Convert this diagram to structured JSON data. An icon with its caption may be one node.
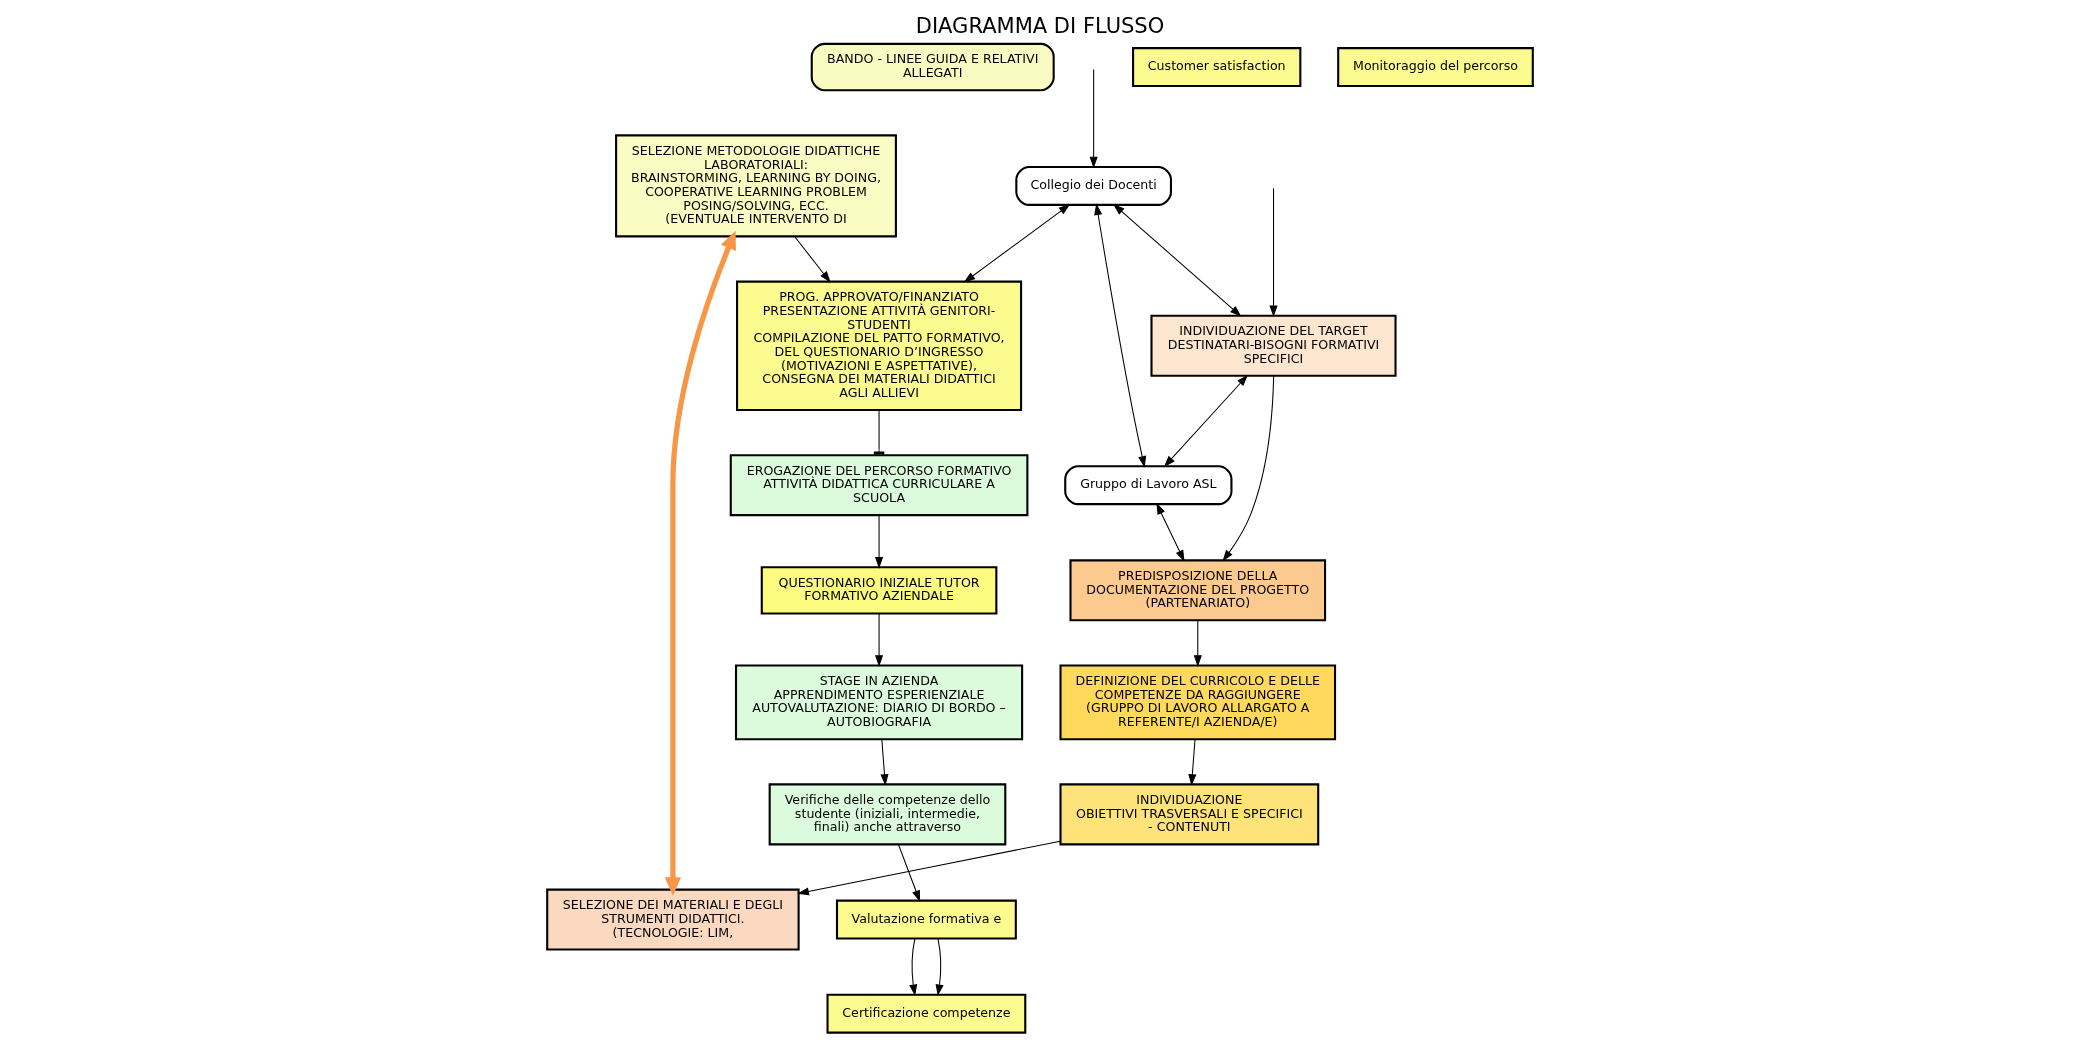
{
  "diagram": {
    "title": "DIAGRAMMA DI FLUSSO",
    "nodes": [
      {
        "text": [
          "BANDO - LINEE GUIDA E RELATIVI ALLEGATI"
        ]
      },
      {
        "text": [
          "Collegio dei Docenti"
        ]
      },
      {
        "text": [
          "INDIVIDUAZIONE DEL TARGET",
          "DESTINATARI-BISOGNI FORMATIVI SPECIFICI"
        ]
      },
      {
        "text": [
          "Gruppo di Lavoro ASL"
        ]
      },
      {
        "text": [
          "PREDISPOSIZIONE DELLA DOCUMENTAZIONE DEL PROGETTO (PARTENARIATO)"
        ]
      },
      {
        "text": [
          "DEFINIZIONE DEL CURRICOLO E DELLE COMPETENZE DA RAGGIUNGERE",
          "(GRUPPO DI LAVORO ALLARGATO A REFERENTE/I AZIENDA/E)"
        ]
      },
      {
        "text": [
          "INDIVIDUAZIONE",
          "OBIETTIVI TRASVERSALI E SPECIFICI",
          "- CONTENUTI"
        ]
      },
      {
        "text": [
          "SELEZIONE DEI MATERIALI E DEGLI STRUMENTI DIDATTICI.",
          "(TECNOLOGIE: LIM,"
        ]
      },
      {
        "text": [
          "SELEZIONE METODOLOGIE DIDATTICHE LABORATORIALI:",
          "BRAINSTORMING, LEARNING BY DOING, COOPERATIVE LEARNING PROBLEM POSING/SOLVING, ECC.",
          "(EVENTUALE INTERVENTO DI"
        ]
      },
      {
        "text": [
          "PROG. APPROVATO/FINANZIATO",
          "PRESENTAZIONE ATTIVITÀ GENITORI-STUDENTI",
          "COMPILAZIONE DEL PATTO FORMATIVO, DEL QUESTIONARIO D’INGRESSO (MOTIVAZIONI E ASPETTATIVE), CONSEGNA DEI MATERIALI DIDATTICI AGLI ALLIEVI"
        ]
      },
      {
        "text": [
          "EROGAZIONE DEL PERCORSO FORMATIVO",
          "ATTIVITÀ DIDATTICA CURRICULARE A SCUOLA"
        ]
      },
      {
        "text": [
          "QUESTIONARIO INIZIALE TUTOR FORMATIVO AZIENDALE"
        ]
      },
      {
        "text": [
          "STAGE IN AZIENDA",
          "APPRENDIMENTO ESPERIENZIALE",
          "AUTOVALUTAZIONE: DIARIO DI BORDO – AUTOBIOGRAFIA"
        ]
      },
      {
        "text": [
          "Verifiche delle competenze dello studente (iniziali, intermedie, finali) anche attraverso"
        ]
      },
      {
        "text": [
          "Valutazione formativa e"
        ]
      },
      {
        "text": [
          "Certificazione competenze"
        ]
      },
      {
        "text": [
          "Customer satisfaction"
        ]
      },
      {
        "text": [
          "Monitoraggio del percorso"
        ]
      }
    ],
    "edges": [
      {
        "from": null,
        "to": 2,
        "arrow": "to"
      },
      {
        "from": null,
        "to": 1,
        "arrow": "to"
      },
      {
        "from": 1,
        "to": 2,
        "arrow": "both"
      },
      {
        "from": 1,
        "to": 3,
        "arrow": "both"
      },
      {
        "from": 2,
        "to": 3,
        "arrow": "both"
      },
      {
        "from": 2,
        "to": 4,
        "arrow": "to"
      },
      {
        "from": 3,
        "to": 4,
        "arrow": "both"
      },
      {
        "from": 4,
        "to": 5,
        "arrow": "to"
      },
      {
        "from": 5,
        "to": 6,
        "arrow": "to"
      },
      {
        "from": 6,
        "to": 7,
        "arrow": "to"
      },
      {
        "from": 8,
        "to": 7,
        "arrow": "both",
        "style": "thick",
        "color": "#f79646"
      },
      {
        "from": 8,
        "to": 9,
        "arrow": "to"
      },
      {
        "from": 1,
        "to": 9,
        "arrow": "both"
      },
      {
        "from": 9,
        "to": 10,
        "arrow": "other"
      },
      {
        "from": 10,
        "to": 11,
        "arrow": "to"
      },
      {
        "from": 11,
        "to": 12,
        "arrow": "to"
      },
      {
        "from": 12,
        "to": 13,
        "arrow": "to"
      },
      {
        "from": 13,
        "to": 14,
        "arrow": "to"
      },
      {
        "from": 14,
        "to": 15,
        "arrow": "to"
      },
      {
        "from": 14,
        "to": 15,
        "arrow": "to"
      }
    ]
  }
}
